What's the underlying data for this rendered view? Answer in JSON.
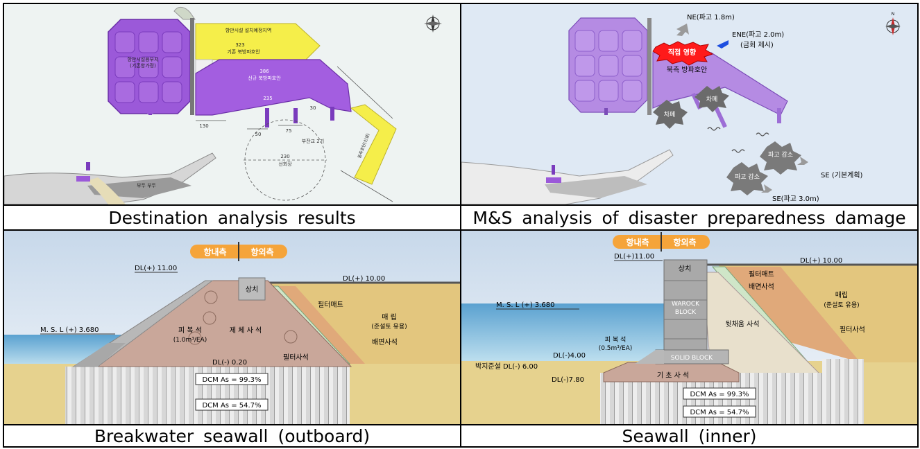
{
  "captions": {
    "top_left": "Destination analysis results",
    "top_right": "M&S analysis of disaster preparedness damage",
    "bottom_left": "Breakwater seawall (outboard)",
    "bottom_right": "Seawall (inner)"
  },
  "panel1": {
    "label_area_a": "항만시설 설치예정지역",
    "label_area_b": "항만시설용부지",
    "label_area_b2": "(기존항가정)",
    "dim_323": "323",
    "label_existing": "기존 북방파호안",
    "dim_386": "386",
    "label_new": "신규 북방파호안",
    "dim_235": "235",
    "dim_130": "130",
    "dim_50": "50",
    "dim_75": "75",
    "dim_30": "30",
    "dim_230": "230",
    "label_turning": "선회장",
    "label_pier": "부잔교 2기",
    "label_wharf": "부두  부두",
    "label_east": "동측호안(신설)"
  },
  "panel2": {
    "ne": "NE(파고 1.8m)",
    "ene": "ENE(파고 2.0m)",
    "ene_note": "(금회 제시)",
    "impact": "직접 영향",
    "north_breakwater": "북측 방파호안",
    "block1": "차폐",
    "block2": "차폐",
    "reduce1": "파고 감소",
    "reduce2": "파고 감소",
    "se_plan": "SE (기본계획)",
    "se_wave": "SE(파고 3.0m)",
    "compass_n": "N"
  },
  "panel3": {
    "inner": "항내측",
    "outer": "항외측",
    "dl_1100": "DL(+) 11.00",
    "dl_1000": "DL(+) 10.00",
    "msl": "M.  S.  L (+) 3.680",
    "cap": "상치",
    "filter_mat": "필터매트",
    "fill": "매 립",
    "fill_sub": "(준설토 유용)",
    "armor": "피 복 석",
    "armor_sub": "(1.0m³/EA)",
    "core": "제 체 사 석",
    "back_stone": "배면사석",
    "filter_stone": "필터사석",
    "dl_020": "DL(-) 0.20",
    "dcm1": "DCM As = 99.3%",
    "dcm2": "DCM As = 54.7%"
  },
  "panel4": {
    "inner": "항내측",
    "outer": "항외측",
    "dl_1100": "DL(+)11.00",
    "dl_1000": "DL(+) 10.00",
    "msl": "M.  S.  L (+) 3.680",
    "cap": "상치",
    "filter_mat": "필터매트",
    "back_stone": "배면사석",
    "fill": "매립",
    "fill_sub": "(준설토 유용)",
    "block_top1": "WAROCK",
    "block_top2": "BLOCK",
    "backfill": "뒷채움 사석",
    "filter_stone": "필터사석",
    "armor": "피 복 석",
    "armor_sub": "(0.5m³/EA)",
    "dl_400": "DL(-)4.00",
    "dredge": "박지준설 DL(-) 6.00",
    "solid": "SOLID BLOCK",
    "dl_780": "DL(-)7.80",
    "foundation": "기 초 사 석",
    "dcm1": "DCM As = 99.3%",
    "dcm2": "DCM As = 54.7%"
  }
}
